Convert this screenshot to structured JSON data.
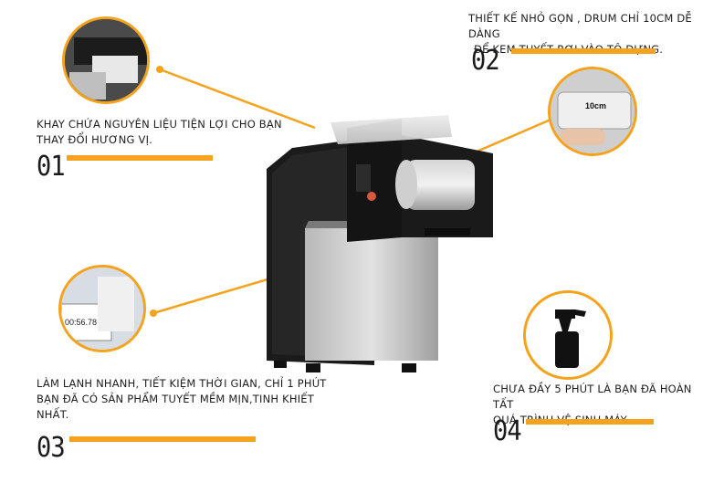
{
  "features": [
    {
      "number": "01",
      "text_line1": "KHAY CHỨA NGUYÊN LIỆU TIỆN LỢI CHO BẠN",
      "text_line2": "THAY ĐỔI HƯƠNG VỊ."
    },
    {
      "number": "02",
      "text_line1": "THIẾT KẾ NHỎ GỌN , DRUM CHỈ 10CM DỄ DÀNG",
      "text_line2": "ĐỂ KEM  TUYẾT RƠI VÀO TÔ ĐỰNG."
    },
    {
      "number": "03",
      "text_line1": "LÀM LẠNH NHANH, TIẾT KIỆM THỜI GIAN, CHỈ 1 PHÚT",
      "text_line2": "BẠN ĐÃ  CÓ SẢN PHẨM TUYẾT MỀM MỊN,TINH KHIẾT",
      "text_line3": "NHẤT."
    },
    {
      "number": "04",
      "text_line1": "CHƯA ĐẦY 5 PHÚT LÀ BẠN ĐÃ HOÀN TẤT",
      "text_line2": "QUÁ TRÌNH VỆ SINH MÁY."
    }
  ],
  "inset_labels": {
    "drum_size": "10cm",
    "timer": "00:56.78"
  },
  "icons": {
    "cleaning": "spray-bottle-icon"
  },
  "colors": {
    "accent": "#f5a31e",
    "machine_body": "#1a1a1a",
    "steel": "#c9c9c9"
  }
}
